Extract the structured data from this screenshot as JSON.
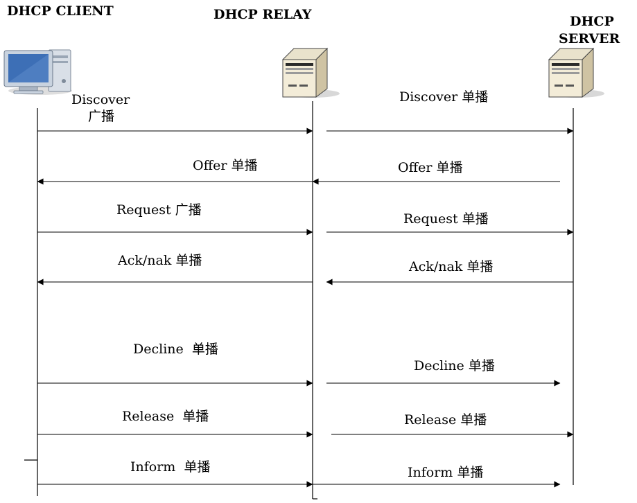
{
  "entities": {
    "client": {
      "title": "DHCP CLIENT",
      "icon": "computer-icon"
    },
    "relay": {
      "title": "DHCP RELAY",
      "icon": "server-icon"
    },
    "server": {
      "title_line1": "DHCP",
      "title_line2": "SERVER",
      "icon": "server-icon"
    }
  },
  "messages": {
    "discover_client": {
      "line1": "Discover",
      "line2": "广播"
    },
    "discover_server": "Discover 单播",
    "offer_client": "Offer 单播",
    "offer_server": "Offer 单播",
    "request_client": "Request 广播",
    "request_server": "Request 单播",
    "ack_client": "Ack/nak 单播",
    "ack_server": "Ack/nak 单播",
    "decline_client": "Decline  单播",
    "decline_server": "Decline 单播",
    "release_client": "Release  单播",
    "release_server": "Release 单播",
    "inform_client": "Inform  单播",
    "inform_server": "Inform 单播"
  },
  "colors": {
    "line": "#000000",
    "monitor_screen": "#3d6fb6",
    "monitor_frame": "#c9d3df",
    "server_front": "#f3ecd8",
    "server_side": "#cfc3a3",
    "shadow": "#d8d8d8"
  }
}
